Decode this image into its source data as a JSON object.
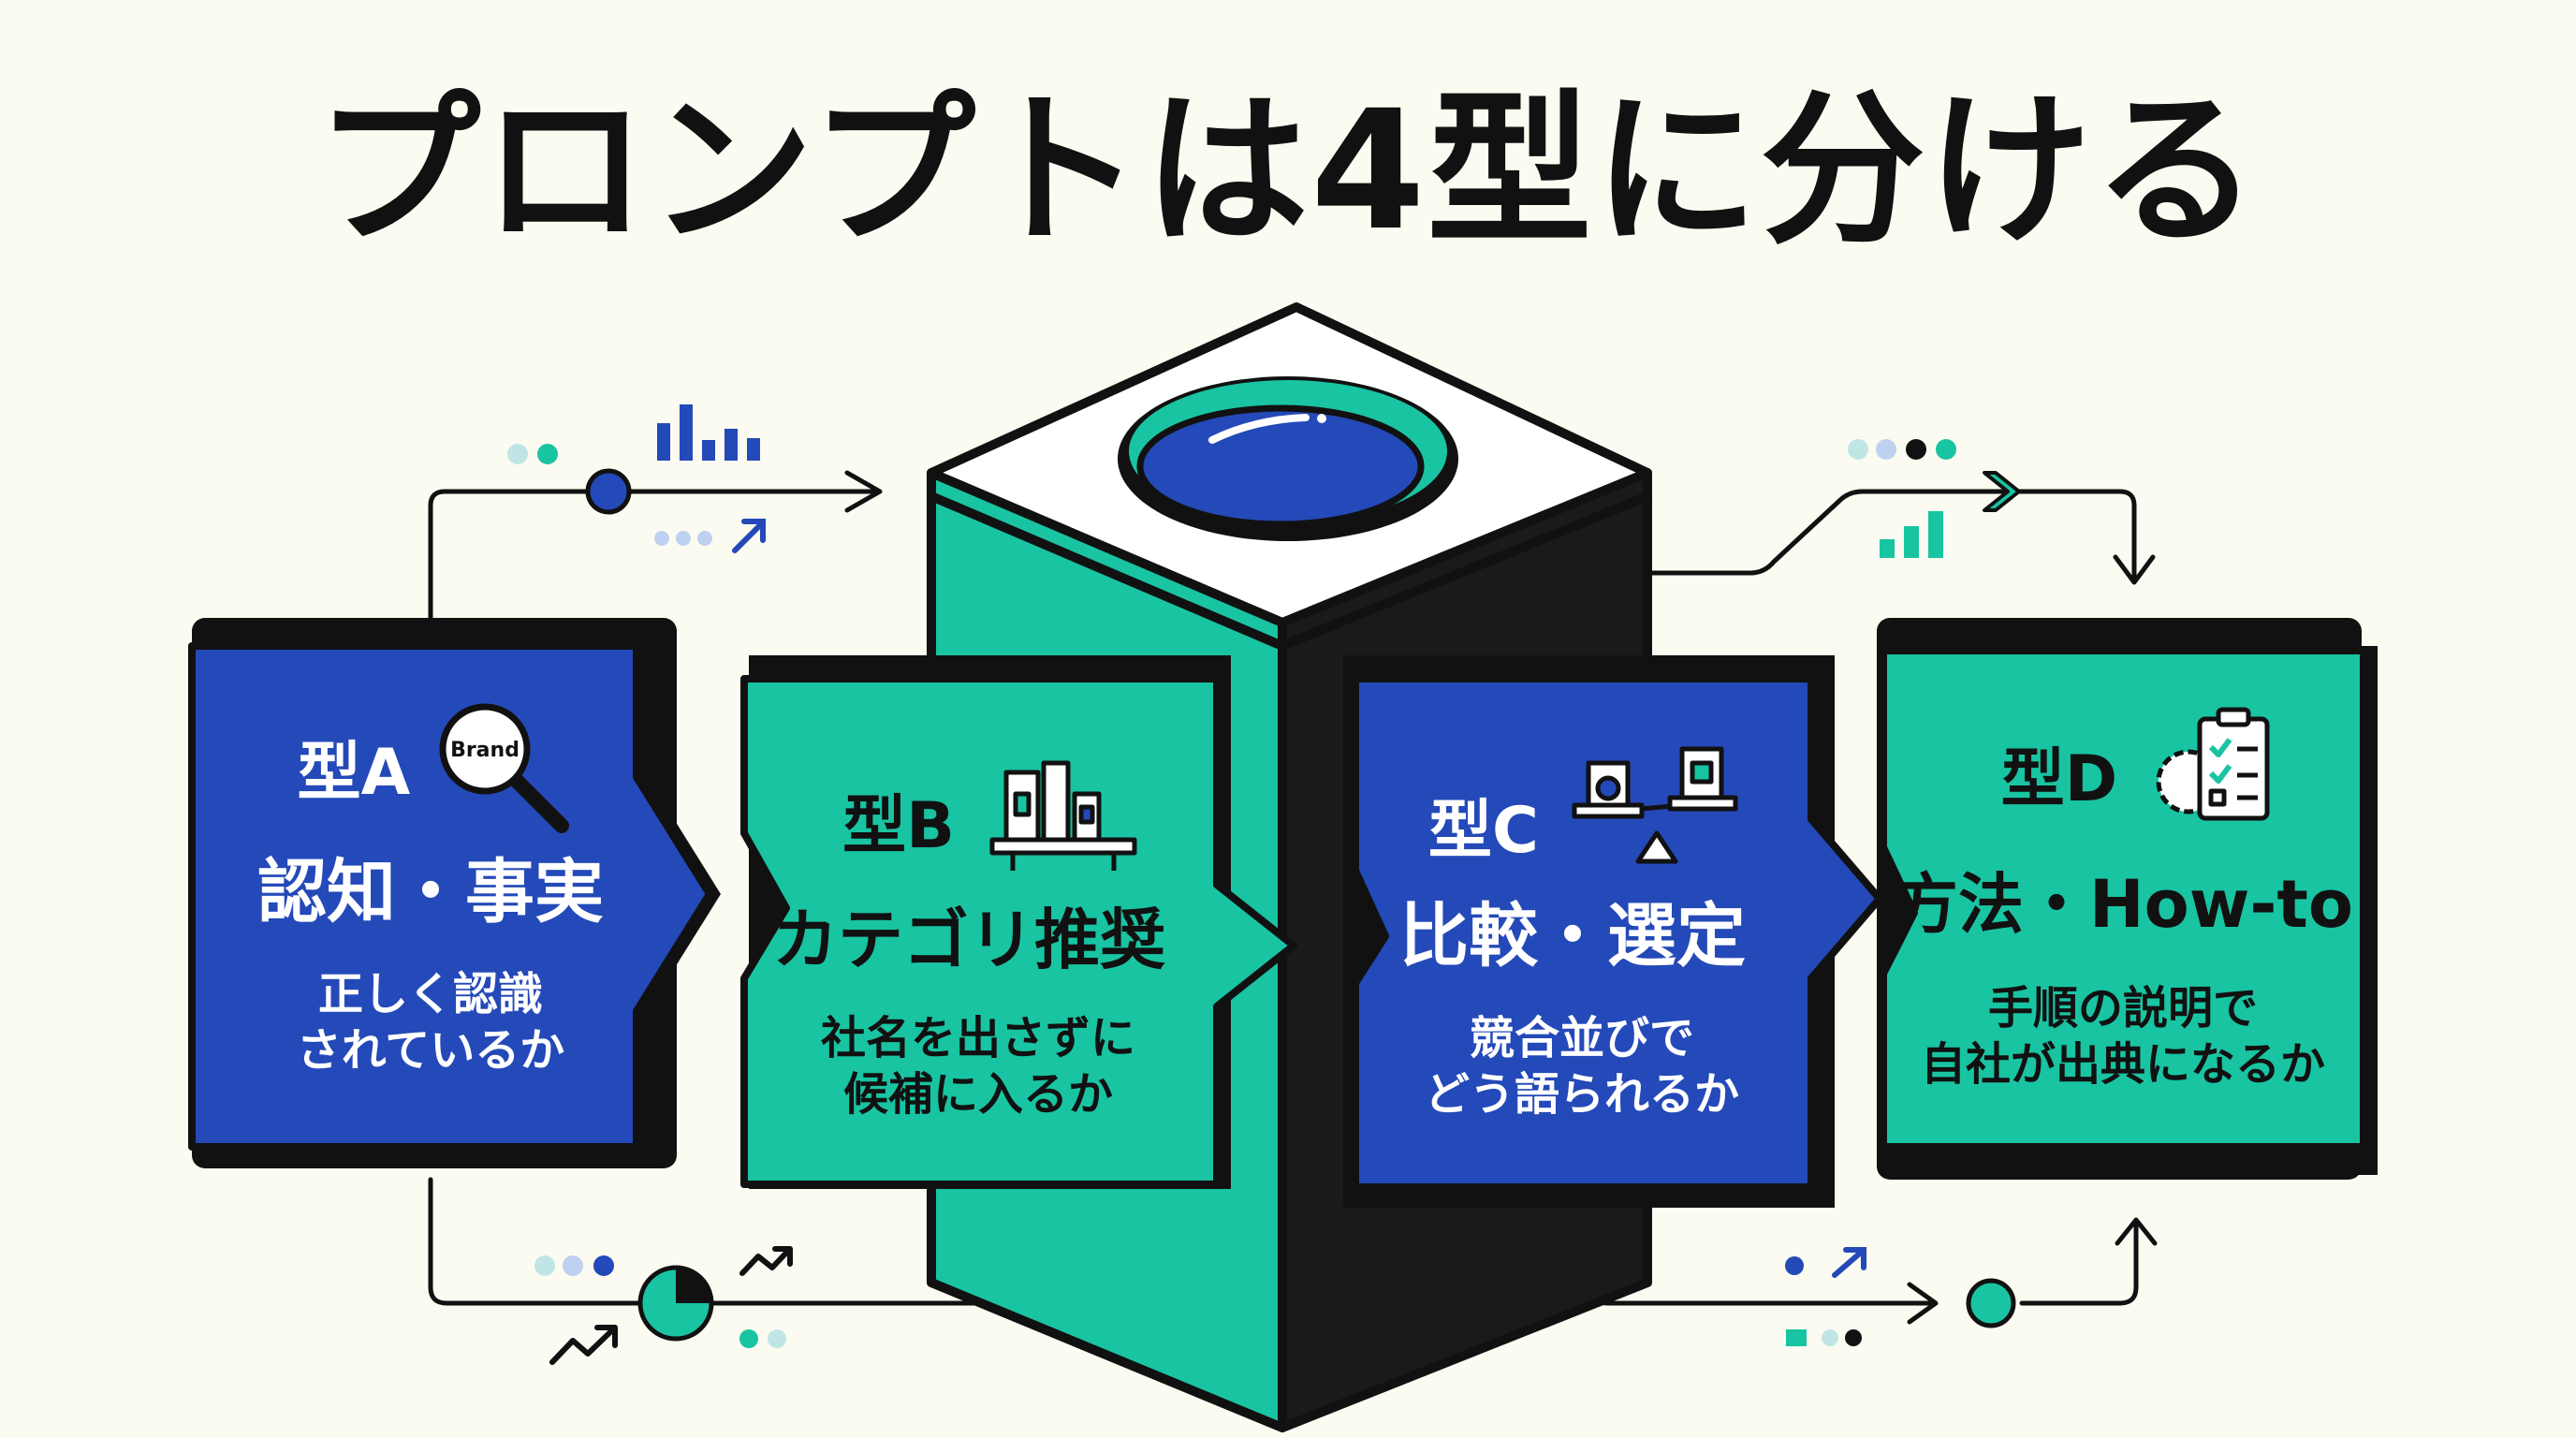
{
  "title": "プロンプトは4型に分ける",
  "colors": {
    "background": "#fbfbf1",
    "blue": "#2449b8",
    "teal": "#19c4a2",
    "ink": "#111111",
    "dots_light": "#bfe6e4"
  },
  "cards": [
    {
      "type_label": "型A",
      "heading": "認知・事実",
      "desc_line1": "正しく認識",
      "desc_line2": "されているか",
      "icon": "magnifier-brand-icon",
      "icon_text": "Brand",
      "fill": "blue"
    },
    {
      "type_label": "型B",
      "heading": "カテゴリ推奨",
      "desc_line1": "社名を出さずに",
      "desc_line2": "候補に入るか",
      "icon": "product-shelf-icon",
      "fill": "teal"
    },
    {
      "type_label": "型C",
      "heading": "比較・選定",
      "desc_line1": "競合並びで",
      "desc_line2": "どう語られるか",
      "icon": "balance-scale-icon",
      "fill": "blue"
    },
    {
      "type_label": "型D",
      "heading": "方法・How-to",
      "desc_line1": "手順の説明で",
      "desc_line2": "自社が出典になるか",
      "icon": "checklist-gear-icon",
      "fill": "teal"
    }
  ],
  "decor_icons": [
    "bar-chart-icon",
    "trend-arrow-icon",
    "pie-chart-icon",
    "chevron-icon",
    "dot-cluster-icon"
  ]
}
